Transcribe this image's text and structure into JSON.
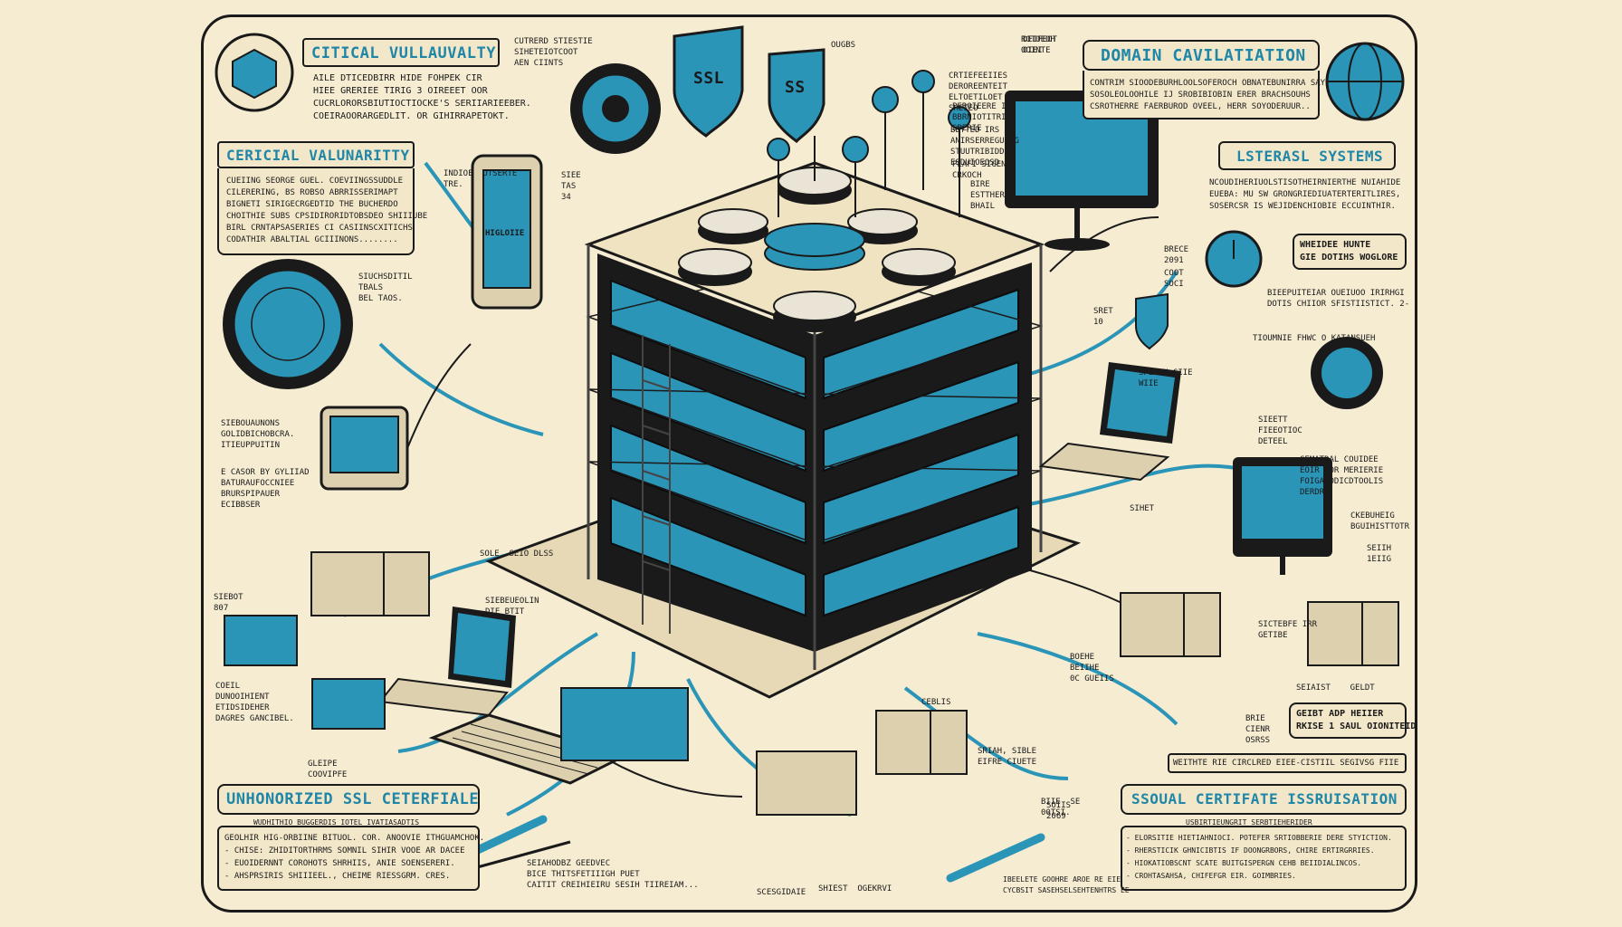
{
  "panels": {
    "critical_top": {
      "title": "CITICAL VULLAUVALTY",
      "lines": [
        "AILE DTICEDBIRR HIDE FOHPEK CIR",
        "HIEE GRERIEE TIRIG 3 OIREEET OOR",
        "CUCRLORORSBIUTIOCTIOCKE'S SERIIARIEEBER.",
        "COEIRAOORARGEDLIT. OR GIHIRRAPETOKT."
      ]
    },
    "critical_left": {
      "title": "CERICIAL VALUNARITTY",
      "lines": [
        "CUEIING SEORGE GUEL. COEVIINGSSUDDLE",
        "CILERERING, BS ROBSO ABRRISSERIMAPT",
        "BIGNETI SIRIGECRGEDTID THE BUCHERDO",
        "CHOITHIE SUBS CPSIDIRORIDTOBSDEO SHIIIUBE",
        "BIRL CRNTAPSASERIES CI CASIINSCXITICHS",
        "CODATHIR ABALTIAL GCIIINONS........"
      ]
    },
    "domain": {
      "title": "DOMAIN CAVILATIATION",
      "lines": [
        "CONTRIM SIOODEBURHLOOLSOFEROCH OBNATEBUNIRRA SAY,",
        "SOSOLEOLOOHILE IJ SROBIBIOBIN ERER BRACHSOUHS",
        "CSROTHERRE FAERBUROD OVEEL, HERR SOYODERUUR.."
      ]
    },
    "lsterasl": {
      "title": "LSTERASL SYSTEMS",
      "lines": [
        "NCOUDIHERIUOLSTISOTHEIRNIERTHE NUIAHIDE",
        "EUEBA: MU SW GRONGRIEDIUATERTERITLIRES,",
        "SOSERCSR IS WEJIDENCHIOBIE ECCUINTHIR."
      ]
    },
    "unhonorized": {
      "title": "UNHONORIZED SSL CETERFIALE",
      "subtitle": "WUDHITHIO BUGGERDIS IOTEL IVATIASADTIS",
      "lines": [
        "GEOLHIR HIG-ORBIINE BITUOL. COR. ANOOVIE ITHGUAMCHOK.",
        "- CHISE: ZHIDITORTHRMS SOMNIL SIHIR VOOE AR DACEE",
        "- EUOIDERNNT COROHOTS SHRHIIS, ANIE SOENSERERI.",
        "- AHSPRSIRIS SHIIIEEL., CHEIME RIESSGRM. CRES."
      ]
    },
    "ssoual": {
      "title": "SSOUAL CERTIFATE ISSRUISATION",
      "subtitle": "USBIRTIEUNGRIT SERBTIEHERIDER",
      "lines": [
        "- ELORSITIE HIETIAHNIOCI. POTEFER SRTIOBBERIE DERE STYICTION.",
        "- RHERSTICIK GHNICIBTIS IF DOONGRBORS, CHIRE ERTIRGRRIES.",
        "- HIOKATIOBSCNT SCATE BUITGISPERGN CEHB BEIIDIALINCOS.",
        "- CROHTASAHSA, CHIFEFGR EIR. GOIMBRIES."
      ]
    }
  },
  "callouts": {
    "wide_box": "WHEIDEE HUNTE\nGIE DOTIHS WOGLORE",
    "geibt_box": "GEIBT ADP HEIIER\nRKISE 1 SAUL OIONITEID",
    "bottom_strip": "WEITHTE RIE CIRCLRED EIEE-CISTIIL SEGIVSG FIIE",
    "tablet_screen": "HIGLOIIE"
  },
  "ssl_shields": {
    "left": "SSL",
    "right": "SS"
  },
  "annotations": {
    "a1": "CUTRERD STIESTIE\nSIHETEIOTCOOT\nAEN CIINTS",
    "a2": "ROTOEOH\nOOINTE",
    "a3": "OUGBS",
    "a4": "CRTIEFEEIIES\nDEROREENTEIT\nELTOETILOET\nSHEIEO",
    "a5": "PEROIEERE IOS\nBBRNIOTITRIE\nSPERIE",
    "a6": "BETTED IRS\nANIRSERREGUING\nSTUUTRIBIDDLE\nESDUIOEOSD",
    "a7": "PLAFI SIGEN\nCRKOCH",
    "a8": "BIRE\nESTTHER\nBHAIL",
    "a9": "INDIOE  OTSERTE\nTRE.",
    "a10": "SIEE\nTAS\n34",
    "a11": "SIUCHSDITIL\nTBALS\nBEL TAOS.",
    "a12": "SIEBOUAUNONS\nGOLIDBICHOBCRA.\nITIEUPPUITIN",
    "a13": "E CASOR BY GYLIIAD\nBATURAUFOCCNIEE\nBRURSPIPAUER\nECIBBSER",
    "a14": "SOLE  SEIO DLSS",
    "a15": "SIEBEUEOLIN\nDIE BTIT",
    "a16": "COEIL\nDUNOOIHIENT\nETIDSIDEHER\nDAGRES GANCIBEL.",
    "a17": "GLEIPE\nCOOVIPFE",
    "a18": "SIEBOT\n807",
    "a19": "SEIAHODBZ GEEDVEC\nBICE THITSFETIIIGH PUET\nCAITIT CREIHIEIRU SESIH TIIREIAM...",
    "a20": "SRIAH, SIBLE\nEIFRE CIUETE",
    "a21": "BRIE\nCIENR\nOSRSS",
    "a22": "BOEHE\nBEIIHE\n0C GUEIIS",
    "a23": "GEMATDAL COUIDEE\nEOIR ROR MERIERIE\nFOIGARODICDTOOLIS\nDERDRE",
    "a24": "CKEBUHEIG\nBGUIHISTTOTR",
    "a25": "SEIIH\n1EIIG",
    "a26": "SEIAIST    GELDT",
    "a27": "SICTEBFE IRR\nGETIBE",
    "a28": "TIOUMNIE FHWC O KATANSUEH",
    "a29": "BIEEPUITEIAR OUEIUOO IRIRHGI\nDOTIS CHIIOR SFISTIISTICT. 2-",
    "a30": "COOT\nSOCI",
    "a31": "SRET\n10",
    "a32": "SPEIIN GIIE\nWIIE",
    "a33": "DEIFEOT\nOIEI",
    "a34": "CEBLIS",
    "a35": "SIEETT\nFIEEOTIOC\nDETEEL",
    "a36": "BIIE  SE\n00TSI.",
    "a37": "IBEELETE GOOHRE AROE RE EIE\nCYCBSIT SASEHSELSEHTENHTRS EE",
    "a38": "SCESGIDAIE",
    "a39": "SHIEST  OGEKRVI",
    "a40": "SIHET",
    "a41": "BRECE\n2091",
    "a42": "SOIIS\n2069"
  },
  "palette": {
    "paper": "#f6ecd2",
    "ink": "#1a1a1a",
    "accent_blue": "#1f86a8",
    "deep_blue": "#1a6e8e"
  }
}
